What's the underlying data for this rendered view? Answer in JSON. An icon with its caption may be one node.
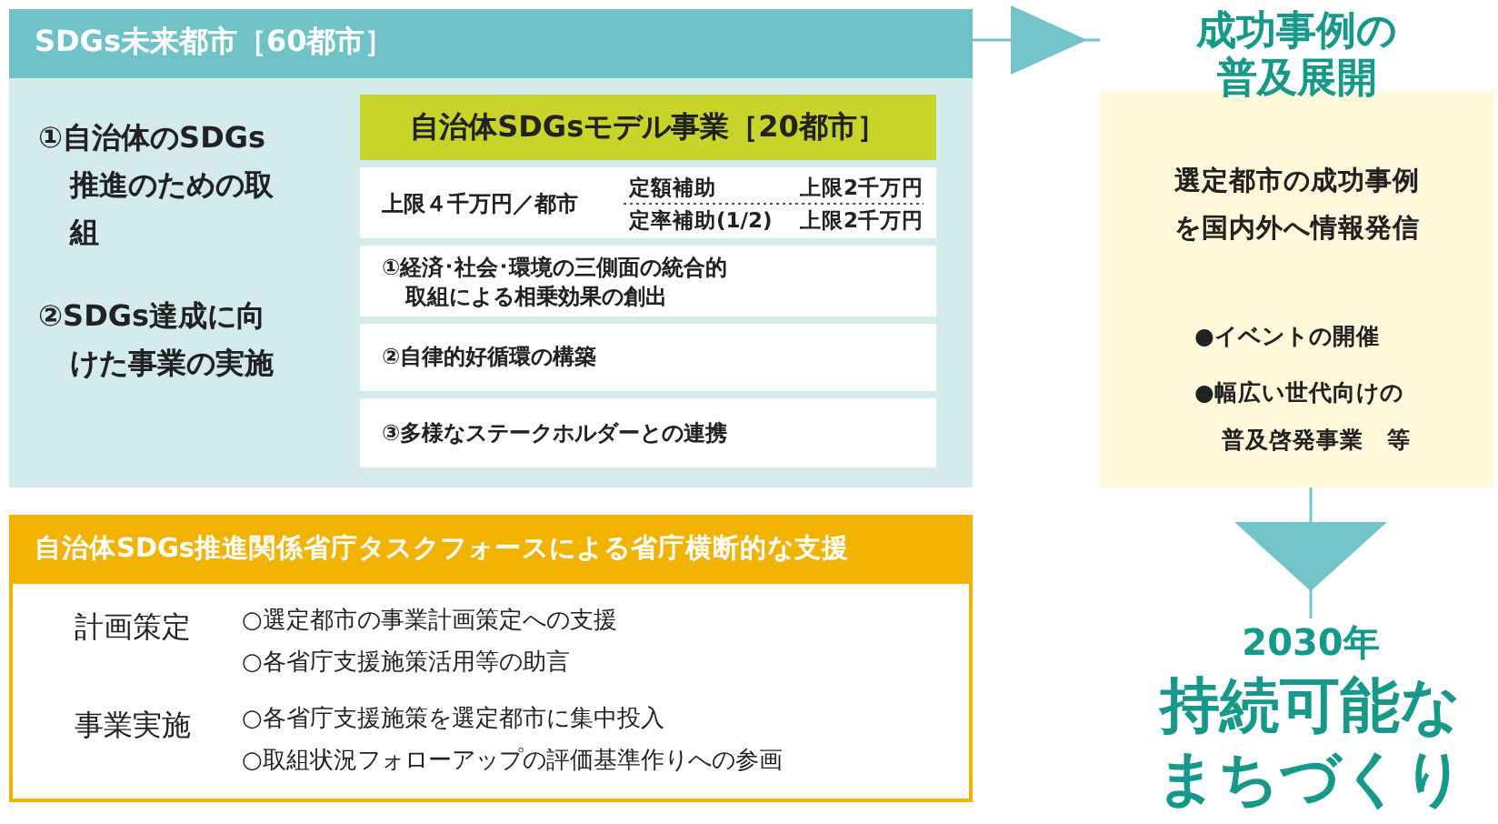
{
  "diagram": {
    "nodes": [
      {
        "text": [
          "SDGs未来都市［60都市］",
          "①自治体のSDGs推進のための取組",
          "②SDGs達成に向けた事業の実施"
        ]
      },
      {
        "text": [
          "自治体SDGsモデル事業［20都市］"
        ],
        "in": 0
      },
      {
        "text": [
          "上限４千万円／都市",
          "定額補助",
          "上限2千万円",
          "定率補助(1/2)",
          "上限2千万円"
        ],
        "in": 0
      },
      {
        "text": [
          "①経済･社会･環境の三側面の統合的取組による相乗効果の創出"
        ],
        "in": 0
      },
      {
        "text": [
          "②自律的好循環の構築"
        ],
        "in": 0
      },
      {
        "text": [
          "③多様なステークホルダーとの連携"
        ],
        "in": 0
      },
      {
        "text": [
          "自治体SDGs推進関係省庁タスクフォースによる省庁横断的な支援",
          "計画策定",
          "○選定都市の事業計画策定への支援",
          "○各省庁支援施策活用等の助言",
          "事業実施",
          "○各省庁支援施策を選定都市に集中投入",
          "○取組状況フォローアップの評価基準作りへの参画"
        ]
      },
      {
        "text": [
          "成功事例の普及展開",
          "選定都市の成功事例を国内外へ情報発信",
          "●イベントの開催",
          "●幅広い世代向けの普及啓発事業　等"
        ]
      },
      {
        "text": [
          "2030年",
          "持続可能なまちづくり"
        ]
      }
    ],
    "edges": [
      {
        "from": 0,
        "to": 7,
        "arrow": "to"
      },
      {
        "from": 7,
        "to": 8,
        "arrow": "to"
      }
    ]
  }
}
